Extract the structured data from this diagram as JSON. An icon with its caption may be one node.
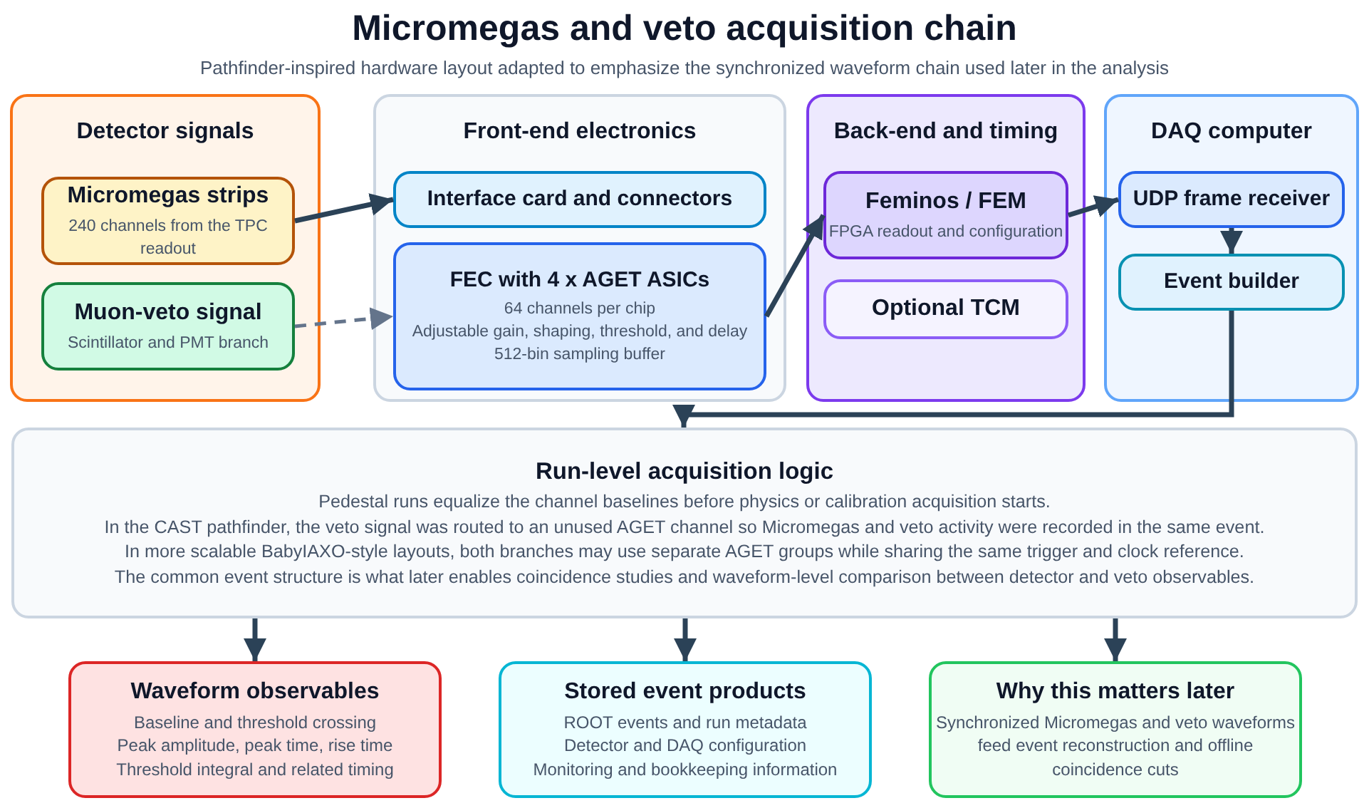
{
  "diagram": {
    "title": "Micromegas and veto acquisition chain",
    "caption": "Pathfinder-inspired hardware layout adapted to emphasize the synchronized waveform chain used later in the analysis",
    "nodes": [
      {
        "text": [
          "Detector signals"
        ]
      },
      {
        "text": [
          "Micromegas strips",
          "240 channels from the TPC readout"
        ],
        "in": 0
      },
      {
        "text": [
          "Muon-veto signal",
          "Scintillator and PMT branch"
        ],
        "in": 0
      },
      {
        "text": [
          "Front-end electronics"
        ]
      },
      {
        "text": [
          "Interface card and connectors"
        ],
        "in": 3
      },
      {
        "text": [
          "FEC with 4 x AGET ASICs",
          "64 channels per chip",
          "Adjustable gain, shaping, threshold, and delay",
          "512-bin sampling buffer"
        ],
        "in": 3
      },
      {
        "text": [
          "Back-end and timing"
        ]
      },
      {
        "text": [
          "Feminos / FEM",
          "FPGA readout and configuration"
        ],
        "in": 6
      },
      {
        "text": [
          "Optional TCM"
        ],
        "in": 6
      },
      {
        "text": [
          "DAQ computer"
        ]
      },
      {
        "text": [
          "UDP frame receiver"
        ],
        "in": 9
      },
      {
        "text": [
          "Event builder"
        ],
        "in": 9
      },
      {
        "text": [
          "Run-level acquisition logic",
          "Pedestal runs equalize the channel baselines before physics or calibration acquisition starts.",
          "In the CAST pathfinder, the veto signal was routed to an unused AGET channel so Micromegas and veto activity were recorded in the same event.",
          "In more scalable BabyIAXO-style layouts, both branches may use separate AGET groups while sharing the same trigger and clock reference.",
          "The common event structure is what later enables coincidence studies and waveform-level comparison between detector and veto observables."
        ]
      },
      {
        "text": [
          "Waveform observables",
          "Baseline and threshold crossing",
          "Peak amplitude, peak time, rise time",
          "Threshold integral and related timing"
        ]
      },
      {
        "text": [
          "Stored event products",
          "ROOT events and run metadata",
          "Detector and DAQ configuration",
          "Monitoring and bookkeeping information"
        ]
      },
      {
        "text": [
          "Why this matters later",
          "Synchronized Micromegas and veto waveforms feed event reconstruction and offline coincidence cuts"
        ]
      }
    ],
    "edges": [
      {
        "from": 1,
        "to": 4,
        "arrow": "to"
      },
      {
        "from": 2,
        "to": 5,
        "arrow": "to",
        "style": "dashed",
        "color": "#64748b"
      },
      {
        "from": 5,
        "to": 7,
        "arrow": "to"
      },
      {
        "from": 7,
        "to": 10,
        "arrow": "to"
      },
      {
        "from": 10,
        "to": 11,
        "arrow": "to"
      },
      {
        "from": 11,
        "to": 12,
        "arrow": "to"
      },
      {
        "from": 12,
        "to": 13,
        "arrow": "to"
      },
      {
        "from": 12,
        "to": 14,
        "arrow": "to"
      },
      {
        "from": 12,
        "to": 15,
        "arrow": "to"
      }
    ]
  }
}
